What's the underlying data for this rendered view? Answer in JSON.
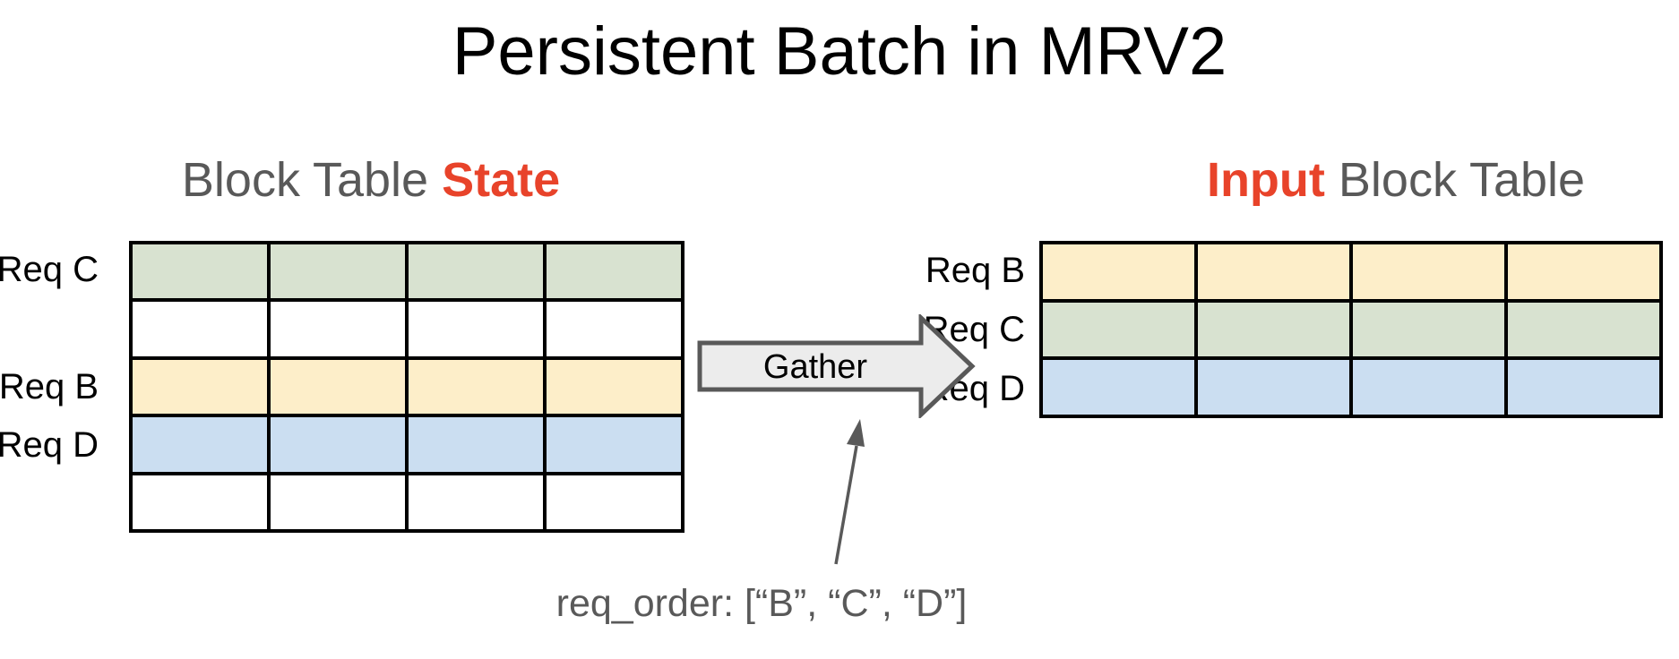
{
  "title": "Persistent Batch in MRV2",
  "colors": {
    "green": "#d8e2d0",
    "yellow": "#fdeec9",
    "blue": "#cbdef1",
    "white": "#ffffff",
    "red": "#e8432a",
    "gray": "#595959",
    "arrow_fill": "#ececec",
    "arrow_stroke": "#595959"
  },
  "left_table": {
    "title_prefix": "Block Table ",
    "title_highlight": "State",
    "columns": 4,
    "rows": [
      {
        "label": "Req C",
        "color": "green"
      },
      {
        "label": "",
        "color": "white"
      },
      {
        "label": "Req B",
        "color": "yellow"
      },
      {
        "label": "Req D",
        "color": "blue"
      },
      {
        "label": "",
        "color": "white"
      }
    ]
  },
  "right_table": {
    "title_highlight": "Input",
    "title_suffix": " Block Table",
    "columns": 4,
    "rows": [
      {
        "label": "Req B",
        "color": "yellow"
      },
      {
        "label": "Req C",
        "color": "green"
      },
      {
        "label": "Req D",
        "color": "blue"
      }
    ]
  },
  "gather_arrow": {
    "label": "Gather"
  },
  "annotation": {
    "text": "req_order: [“B”, “C”, “D”]"
  }
}
